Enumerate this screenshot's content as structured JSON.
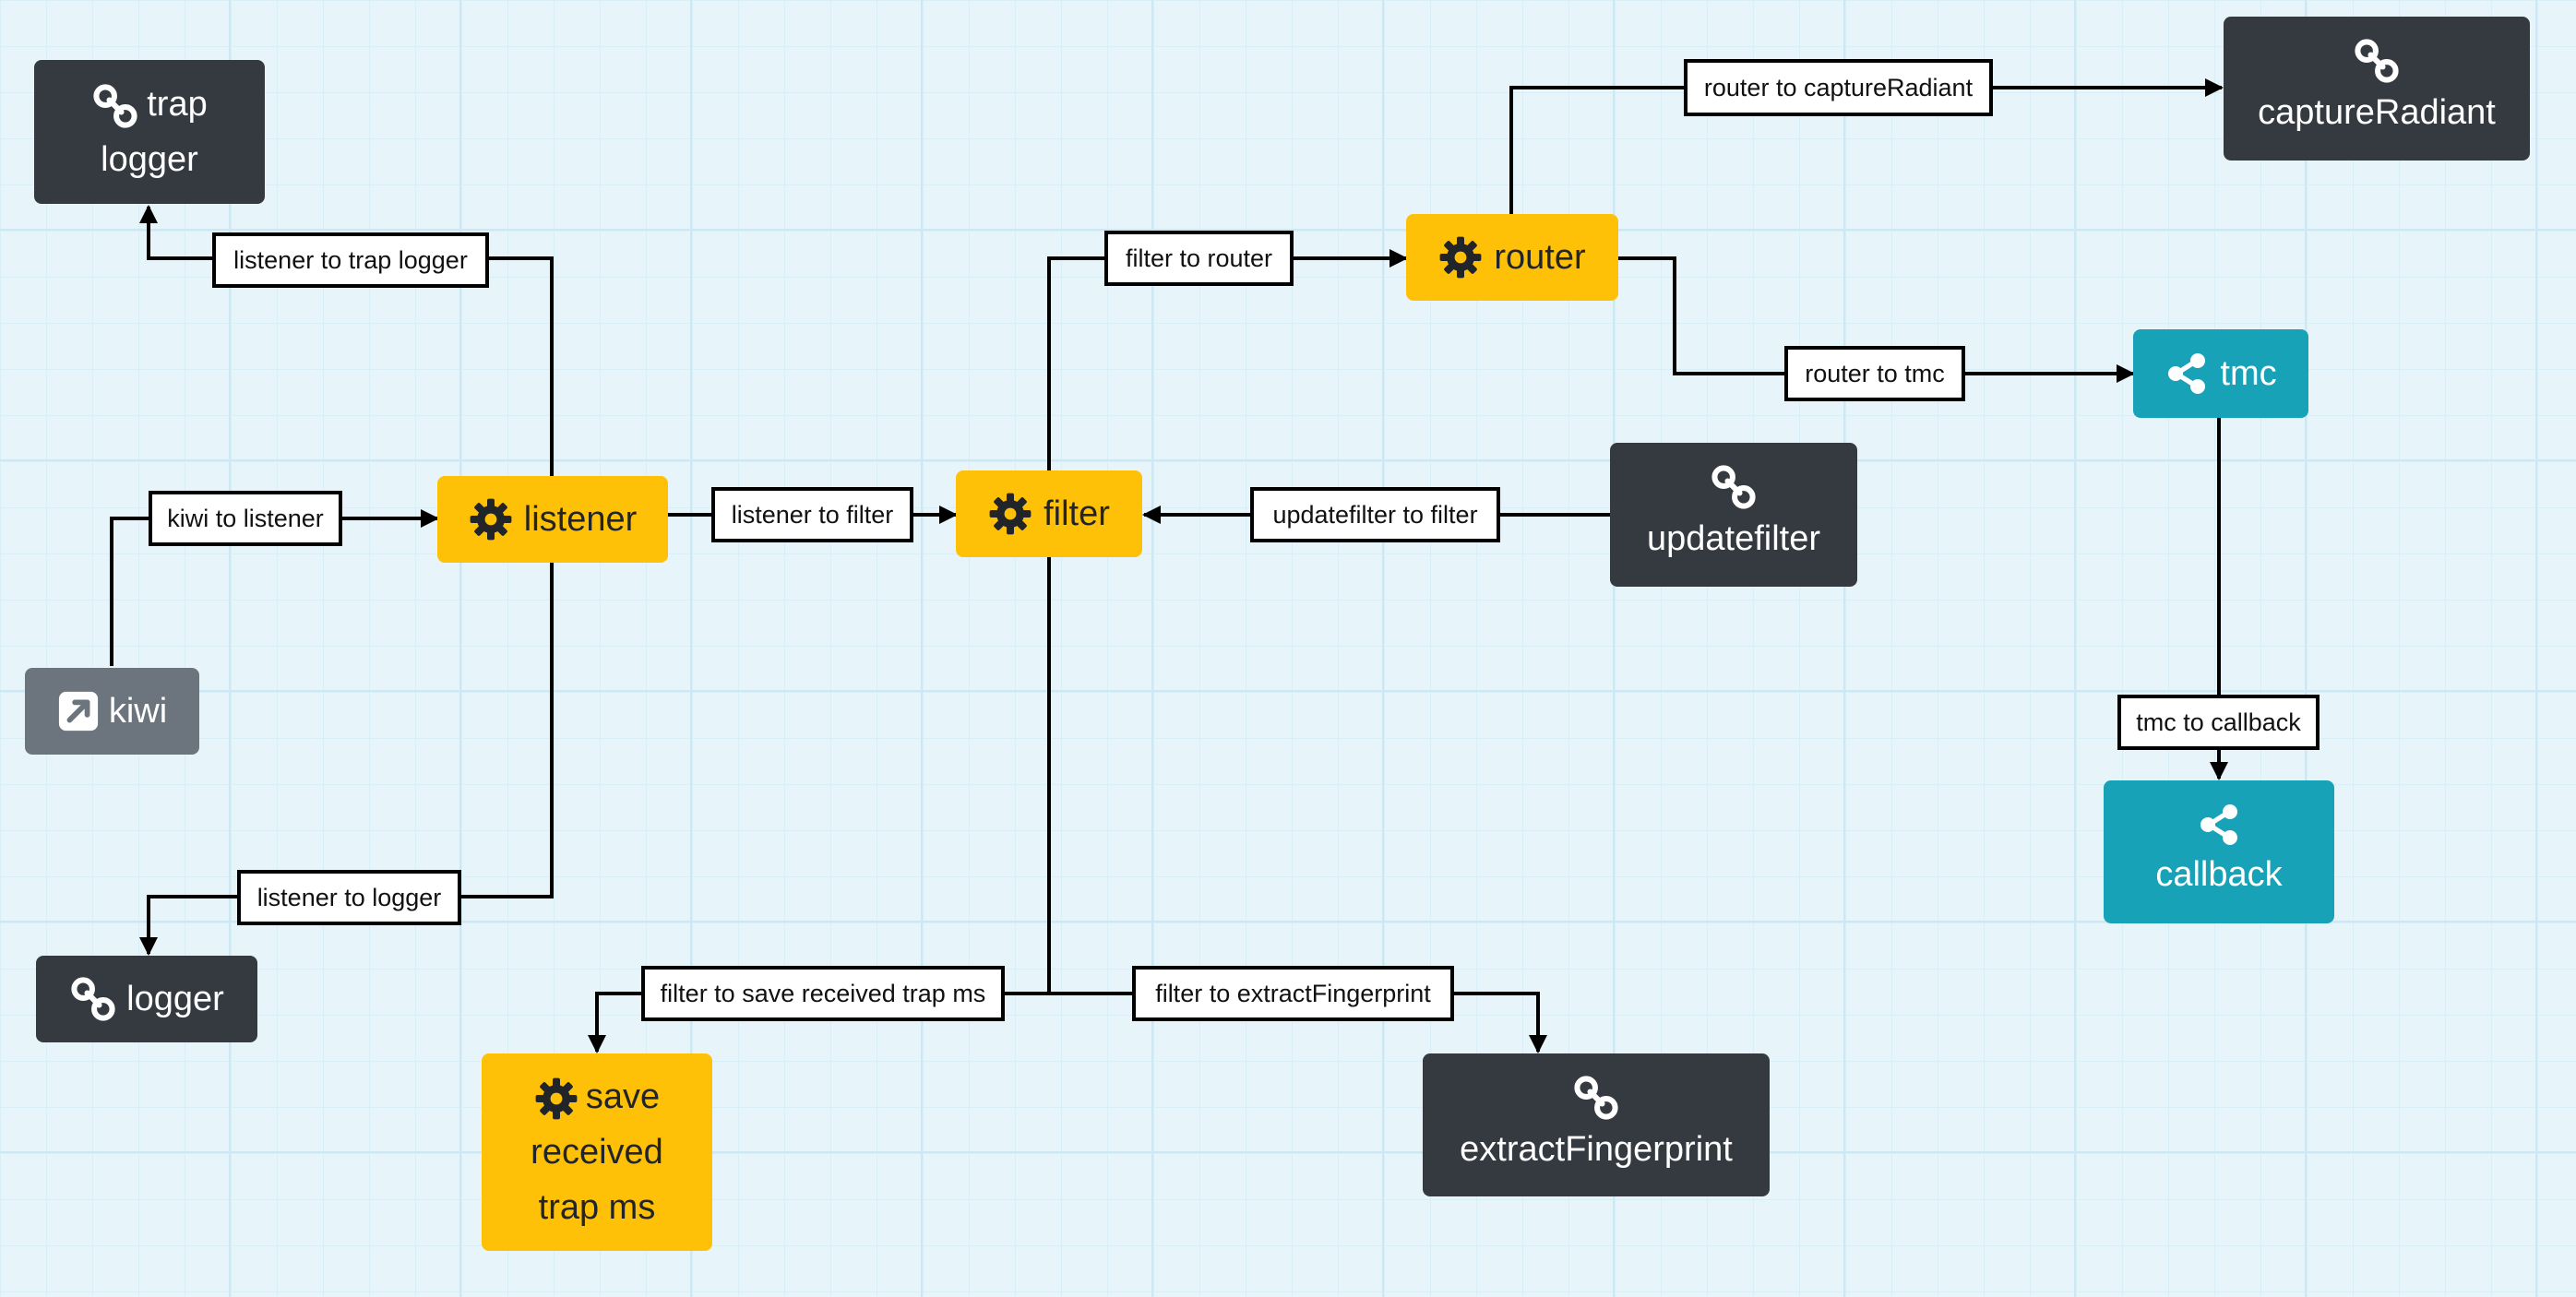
{
  "colors": {
    "background": "#e7f5fa",
    "grid": "#cde8f2",
    "edge": "#000000",
    "dark_node": "#343a40",
    "amber_node": "#ffc107",
    "teal_node": "#17a2b8",
    "gray_node": "#6c757d"
  },
  "nodes": {
    "trap_logger": {
      "line1": "trap",
      "line2": "logger",
      "icon": "link-icon"
    },
    "kiwi": {
      "label": "kiwi",
      "icon": "external-link-icon"
    },
    "listener": {
      "label": "listener",
      "icon": "gear-icon"
    },
    "logger": {
      "label": "logger",
      "icon": "link-icon"
    },
    "filter": {
      "label": "filter",
      "icon": "gear-icon"
    },
    "router": {
      "label": "router",
      "icon": "gear-icon"
    },
    "capture_radiant": {
      "label": "captureRadiant",
      "icon": "link-icon"
    },
    "tmc": {
      "label": "tmc",
      "icon": "share-icon"
    },
    "updatefilter": {
      "label": "updatefilter",
      "icon": "link-icon"
    },
    "callback": {
      "label": "callback",
      "icon": "share-icon"
    },
    "save_received": {
      "line1": "save",
      "line2": "received",
      "line3": "trap ms",
      "icon": "gear-icon"
    },
    "extract_fingerprint": {
      "label": "extractFingerprint",
      "icon": "link-icon"
    }
  },
  "edges": {
    "listener_to_trap_logger": "listener to trap logger",
    "kiwi_to_listener": "kiwi to listener",
    "listener_to_filter": "listener to filter",
    "listener_to_logger": "listener to logger",
    "filter_to_router": "filter to router",
    "router_to_capture_radiant": "router to captureRadiant",
    "router_to_tmc": "router to tmc",
    "updatefilter_to_filter": "updatefilter to filter",
    "tmc_to_callback": "tmc to callback",
    "filter_to_save": "filter to save received trap ms",
    "filter_to_extract": "filter to extractFingerprint"
  }
}
